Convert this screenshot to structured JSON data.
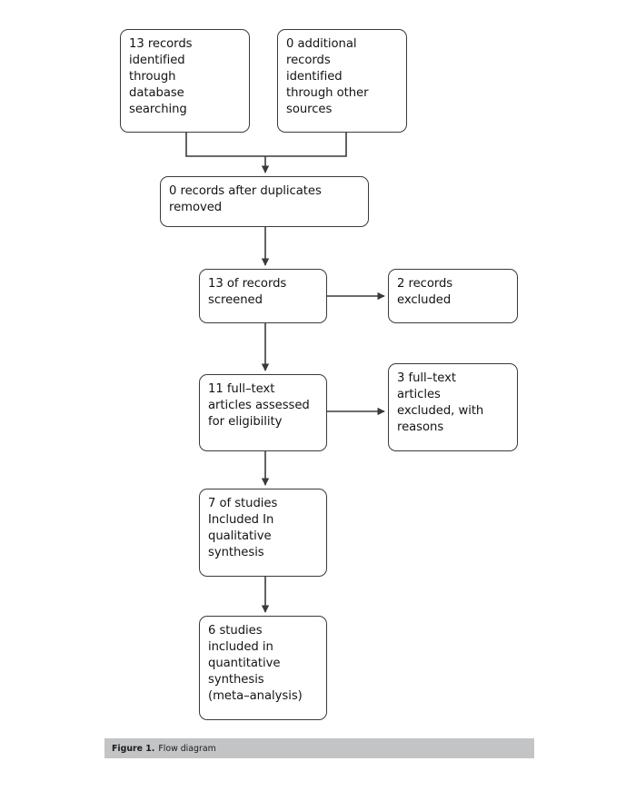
{
  "figure": {
    "caption_label": "Figure 1.",
    "caption_text": "Flow diagram",
    "caption_background": "#c3c4c6"
  },
  "style": {
    "box_border_color": "#3a3a3a",
    "box_fill_color": "#ffffff",
    "connector_color": "#3a3a3a",
    "text_color": "#141414",
    "page_background": "#ffffff"
  },
  "diagram": {
    "type": "prisma-flow-diagram",
    "boxes": [
      {
        "id": "db-search",
        "text": "13 records\nidentified\nthrough\ndatabase\nsearching",
        "count": 13,
        "stage": "identification"
      },
      {
        "id": "other-sources",
        "text": "0 additional\nrecords\nidentified\nthrough other\nsources",
        "count": 0,
        "stage": "identification"
      },
      {
        "id": "duplicates",
        "text": "0 records after duplicates\nremoved",
        "count": 0,
        "stage": "identification"
      },
      {
        "id": "screened",
        "text": "13 of records\nscreened",
        "count": 13,
        "stage": "screening"
      },
      {
        "id": "records-excluded",
        "text": "2 records\nexcluded",
        "count": 2,
        "stage": "screening"
      },
      {
        "id": "eligibility",
        "text": "11 full–text\narticles assessed\nfor eligibility",
        "count": 11,
        "stage": "eligibility"
      },
      {
        "id": "fulltext-excluded",
        "text": "3 full–text\narticles\nexcluded, with\nreasons",
        "count": 3,
        "stage": "eligibility"
      },
      {
        "id": "qualitative",
        "text": "7 of studies\nIncluded In\nqualitative\nsynthesis",
        "count": 7,
        "stage": "included"
      },
      {
        "id": "quantitative",
        "text": "6 studies\nincluded in\nquantitative\nsynthesis\n(meta–analysis)",
        "count": 6,
        "stage": "included"
      }
    ],
    "connectors": [
      {
        "from": "db-search",
        "to": "duplicates",
        "direction": "down-merge"
      },
      {
        "from": "other-sources",
        "to": "duplicates",
        "direction": "down-merge"
      },
      {
        "from": "duplicates",
        "to": "screened",
        "direction": "down"
      },
      {
        "from": "screened",
        "to": "records-excluded",
        "direction": "right"
      },
      {
        "from": "screened",
        "to": "eligibility",
        "direction": "down"
      },
      {
        "from": "eligibility",
        "to": "fulltext-excluded",
        "direction": "right"
      },
      {
        "from": "eligibility",
        "to": "qualitative",
        "direction": "down"
      },
      {
        "from": "qualitative",
        "to": "quantitative",
        "direction": "down"
      }
    ]
  }
}
